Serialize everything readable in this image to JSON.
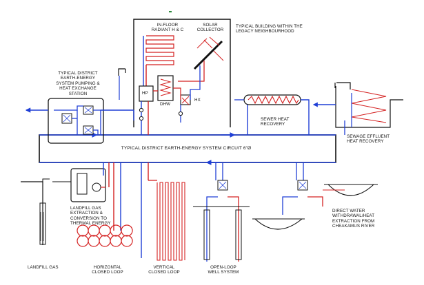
{
  "labels": {
    "in_floor": "IN-FLOOR\nRADIANT H & C",
    "solar": "SOLAR\nCOLLECTOR",
    "typical_building": "TYPICAL BUILDING WITHIN THE\nLEGACY NEIGHBOURHOOD",
    "pumping_station": "TYPICAL DISTRICT\nEARTH-ENERGY\nSYSTEM PUMPING &\nHEAT EXCHANGE\nSTATION",
    "hp": "HP",
    "dhw": "DHW",
    "hx": "HX",
    "sewer": "SEWER HEAT\nRECOVERY",
    "sewage": "SEWAGE EFFLUENT\nHEAT RECOVERY",
    "circuit": "TYPICAL DISTRICT EARTH-ENERGY SYSTEM CIRCUIT 6\"Ø",
    "landfill_extraction": "LANDFILL GAS\nEXTRACTION &\nCONVERSION TO\nTHERMAL ENERGY",
    "direct_water": "DIRECT WATER\nWITHDRAWAL/HEAT\nEXTRACTION FROM\nCHEAKAMUS RIVER",
    "landfill_gas": "LANDFILL GAS",
    "horizontal": "HORIZONTAL\nCLOSED LOOP",
    "vertical": "VERTICAL\nCLOSED LOOP",
    "open_loop": "OPEN-LOOP\nWELL SYSTEM"
  },
  "colors": {
    "line": "#111111",
    "supply": "#1f3fd6",
    "return": "#d42020"
  }
}
